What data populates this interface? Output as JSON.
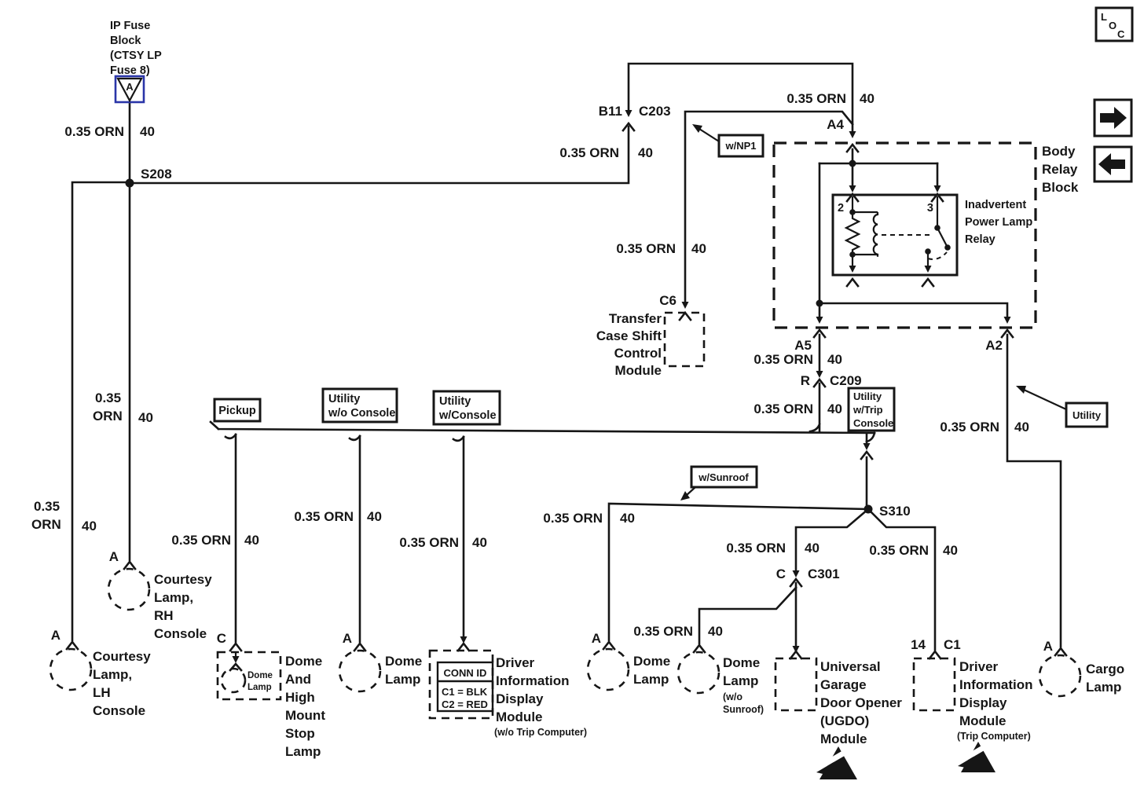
{
  "colors": {
    "ink": "#161616",
    "fuse_accent": "#2a35a8",
    "paper": "#ffffff"
  },
  "power": {
    "fuse_label_lines": [
      "IP Fuse",
      "Block",
      "(CTSY LP",
      "Fuse 8)"
    ],
    "fuse_letter": "A"
  },
  "wire_label": {
    "size_color": "0.35 ORN",
    "size": "0.35",
    "color": "ORN",
    "circuit": "40"
  },
  "splices": {
    "s208": "S208",
    "s310": "S310"
  },
  "connectors": {
    "b11": "B11",
    "c203": "C203",
    "a4": "A4",
    "a5": "A5",
    "a2": "A2",
    "c6": "C6",
    "r": "R",
    "c209": "C209",
    "c": "C",
    "c301": "C301",
    "pin_14": "14",
    "c1": "C1",
    "a": "A"
  },
  "option_tags": {
    "np1": "w/NP1",
    "sunroof": "w/Sunroof",
    "utility": "Utility",
    "pickup": "Pickup",
    "utility_wo_console": [
      "Utility",
      "w/o Console"
    ],
    "utility_w_console": [
      "Utility",
      "w/Console"
    ],
    "utility_w_trip_console": [
      "Utility",
      "w/Trip",
      "Console"
    ]
  },
  "body_relay_block": {
    "label_lines": [
      "Body",
      "Relay",
      "Block"
    ],
    "relay_label_lines": [
      "Inadvertent",
      "Power Lamp",
      "Relay"
    ],
    "pin_2": "2",
    "pin_3": "3"
  },
  "components": {
    "transfer_case": {
      "label_lines": [
        "Transfer",
        "Case Shift",
        "Control",
        "Module"
      ]
    },
    "courtesy_lh": {
      "label_lines": [
        "Courtesy",
        "Lamp,",
        "LH",
        "Console"
      ]
    },
    "courtesy_rh": {
      "label_lines": [
        "Courtesy",
        "Lamp,",
        "RH",
        "Console"
      ]
    },
    "dome_high_mount": {
      "inner_label_lines": [
        "Dome",
        "Lamp"
      ],
      "label_lines": [
        "Dome",
        "And",
        "High",
        "Mount",
        "Stop",
        "Lamp"
      ]
    },
    "dome_lamp_front": {
      "label_lines": [
        "Dome",
        "Lamp"
      ]
    },
    "didm_wo_trip": {
      "label_lines": [
        "Driver",
        "Information",
        "Display",
        "Module"
      ],
      "sub_label": "(w/o Trip Computer)",
      "conn_id": {
        "header": "CONN ID",
        "row_1": "C1 = BLK",
        "row_2": "C2 = RED"
      }
    },
    "dome_lamp_rear": {
      "label_lines": [
        "Dome",
        "Lamp"
      ]
    },
    "dome_lamp_wo_sunroof": {
      "label_lines": [
        "Dome",
        "Lamp"
      ],
      "sub_label_lines": [
        "(w/o",
        "Sunroof)"
      ]
    },
    "ugdo": {
      "label_lines": [
        "Universal",
        "Garage",
        "Door Opener",
        "(UGDO)",
        "Module"
      ]
    },
    "didm_trip": {
      "label_lines": [
        "Driver",
        "Information",
        "Display",
        "Module"
      ],
      "sub_label": "(Trip Computer)"
    },
    "cargo_lamp": {
      "label_lines": [
        "Cargo",
        "Lamp"
      ]
    }
  },
  "nav": {
    "loc_letters": [
      "L",
      "O",
      "C"
    ]
  }
}
